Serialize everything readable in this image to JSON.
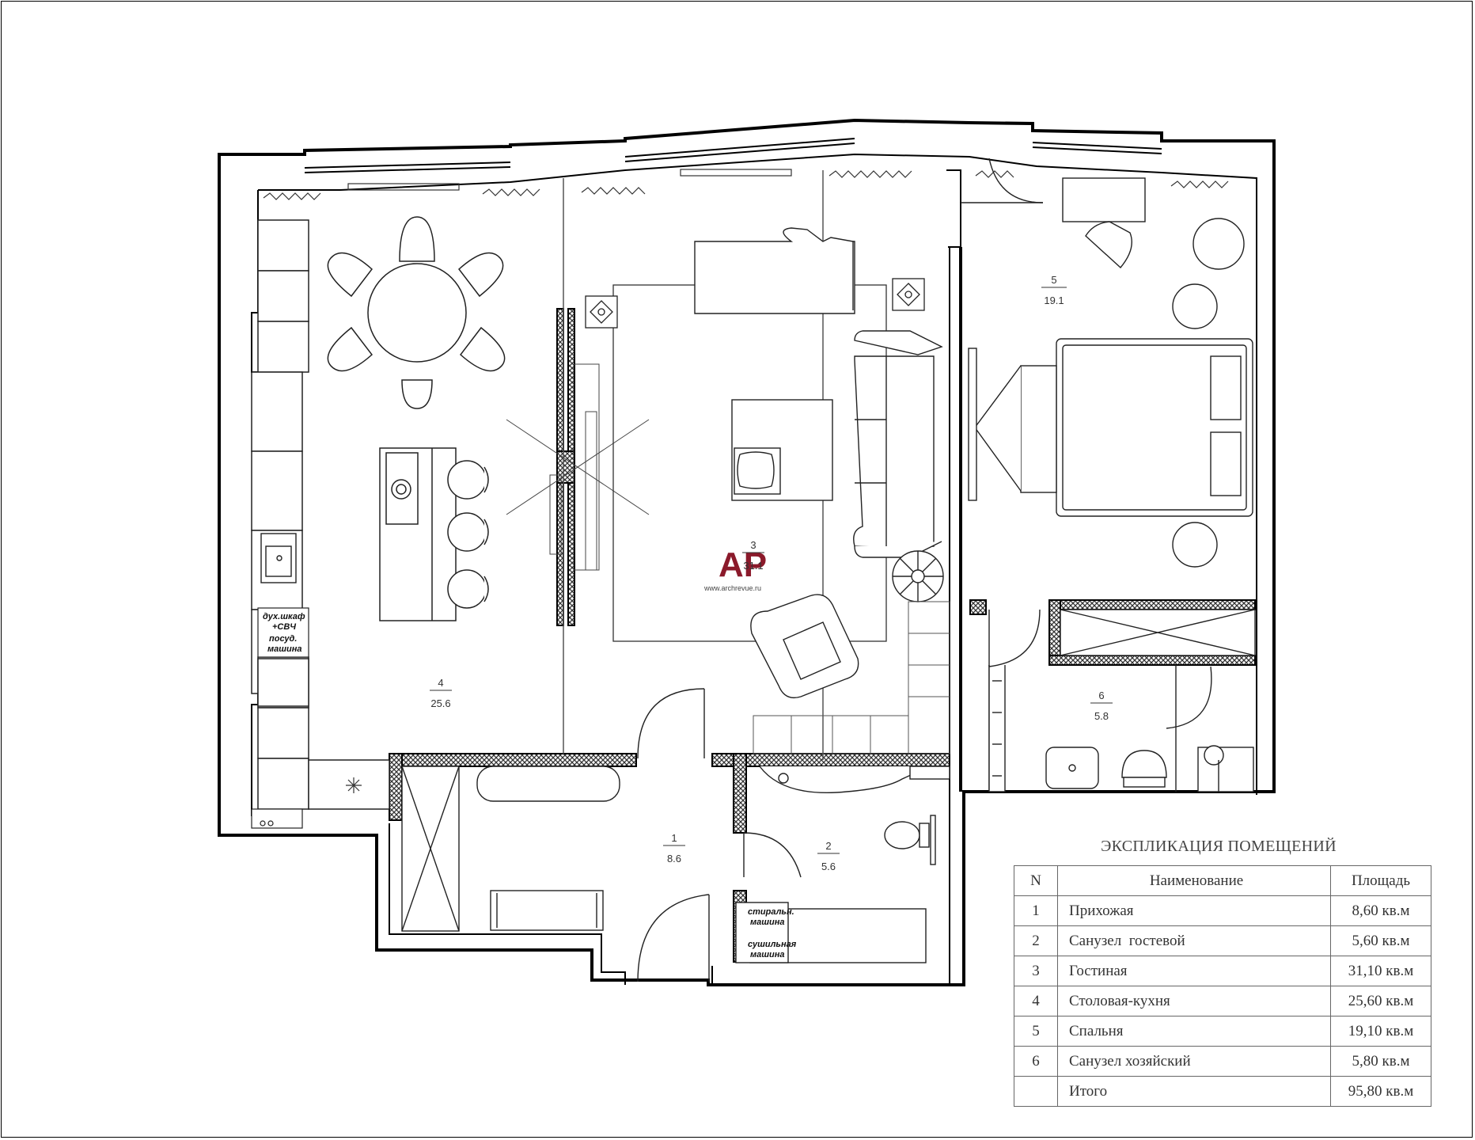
{
  "rooms": [
    {
      "n": "1",
      "area": "8.6"
    },
    {
      "n": "2",
      "area": "5.6"
    },
    {
      "n": "3",
      "area": "31.1"
    },
    {
      "n": "4",
      "area": "25.6"
    },
    {
      "n": "5",
      "area": "19.1"
    },
    {
      "n": "6",
      "area": "5.8"
    }
  ],
  "appliances": {
    "oven_l1": "дух.шкаф",
    "oven_l2": "+СВЧ",
    "dish_l1": "посуд.",
    "dish_l2": "машина",
    "wash_l1": "стиральн.",
    "wash_l2": "машина",
    "dry_l1": "сушильная",
    "dry_l2": "машина"
  },
  "watermark": {
    "logo_letters": "AP",
    "site": "www.archrevue.ru"
  },
  "explication": {
    "title": "ЭКСПЛИКАЦИЯ ПОМЕЩЕНИЙ",
    "headers": {
      "n": "N",
      "name": "Наименование",
      "area": "Площадь"
    },
    "rows": [
      {
        "n": "1",
        "name": "Прихожая",
        "area": "8,60 кв.м"
      },
      {
        "n": "2",
        "name": "Санузел  гостевой",
        "area": "5,60 кв.м"
      },
      {
        "n": "3",
        "name": "Гостиная",
        "area": "31,10 кв.м"
      },
      {
        "n": "4",
        "name": "Столовая-кухня",
        "area": "25,60 кв.м"
      },
      {
        "n": "5",
        "name": "Спальня",
        "area": "19,10 кв.м"
      },
      {
        "n": "6",
        "name": "Санузел хозяйский",
        "area": "5,80 кв.м"
      }
    ],
    "total": {
      "n": "",
      "name": "Итого",
      "area": "95,80 кв.м"
    }
  },
  "colors": {
    "wall": "#000000",
    "hatch": "#555555",
    "line": "#444444",
    "logo": "#8b1a2b"
  }
}
